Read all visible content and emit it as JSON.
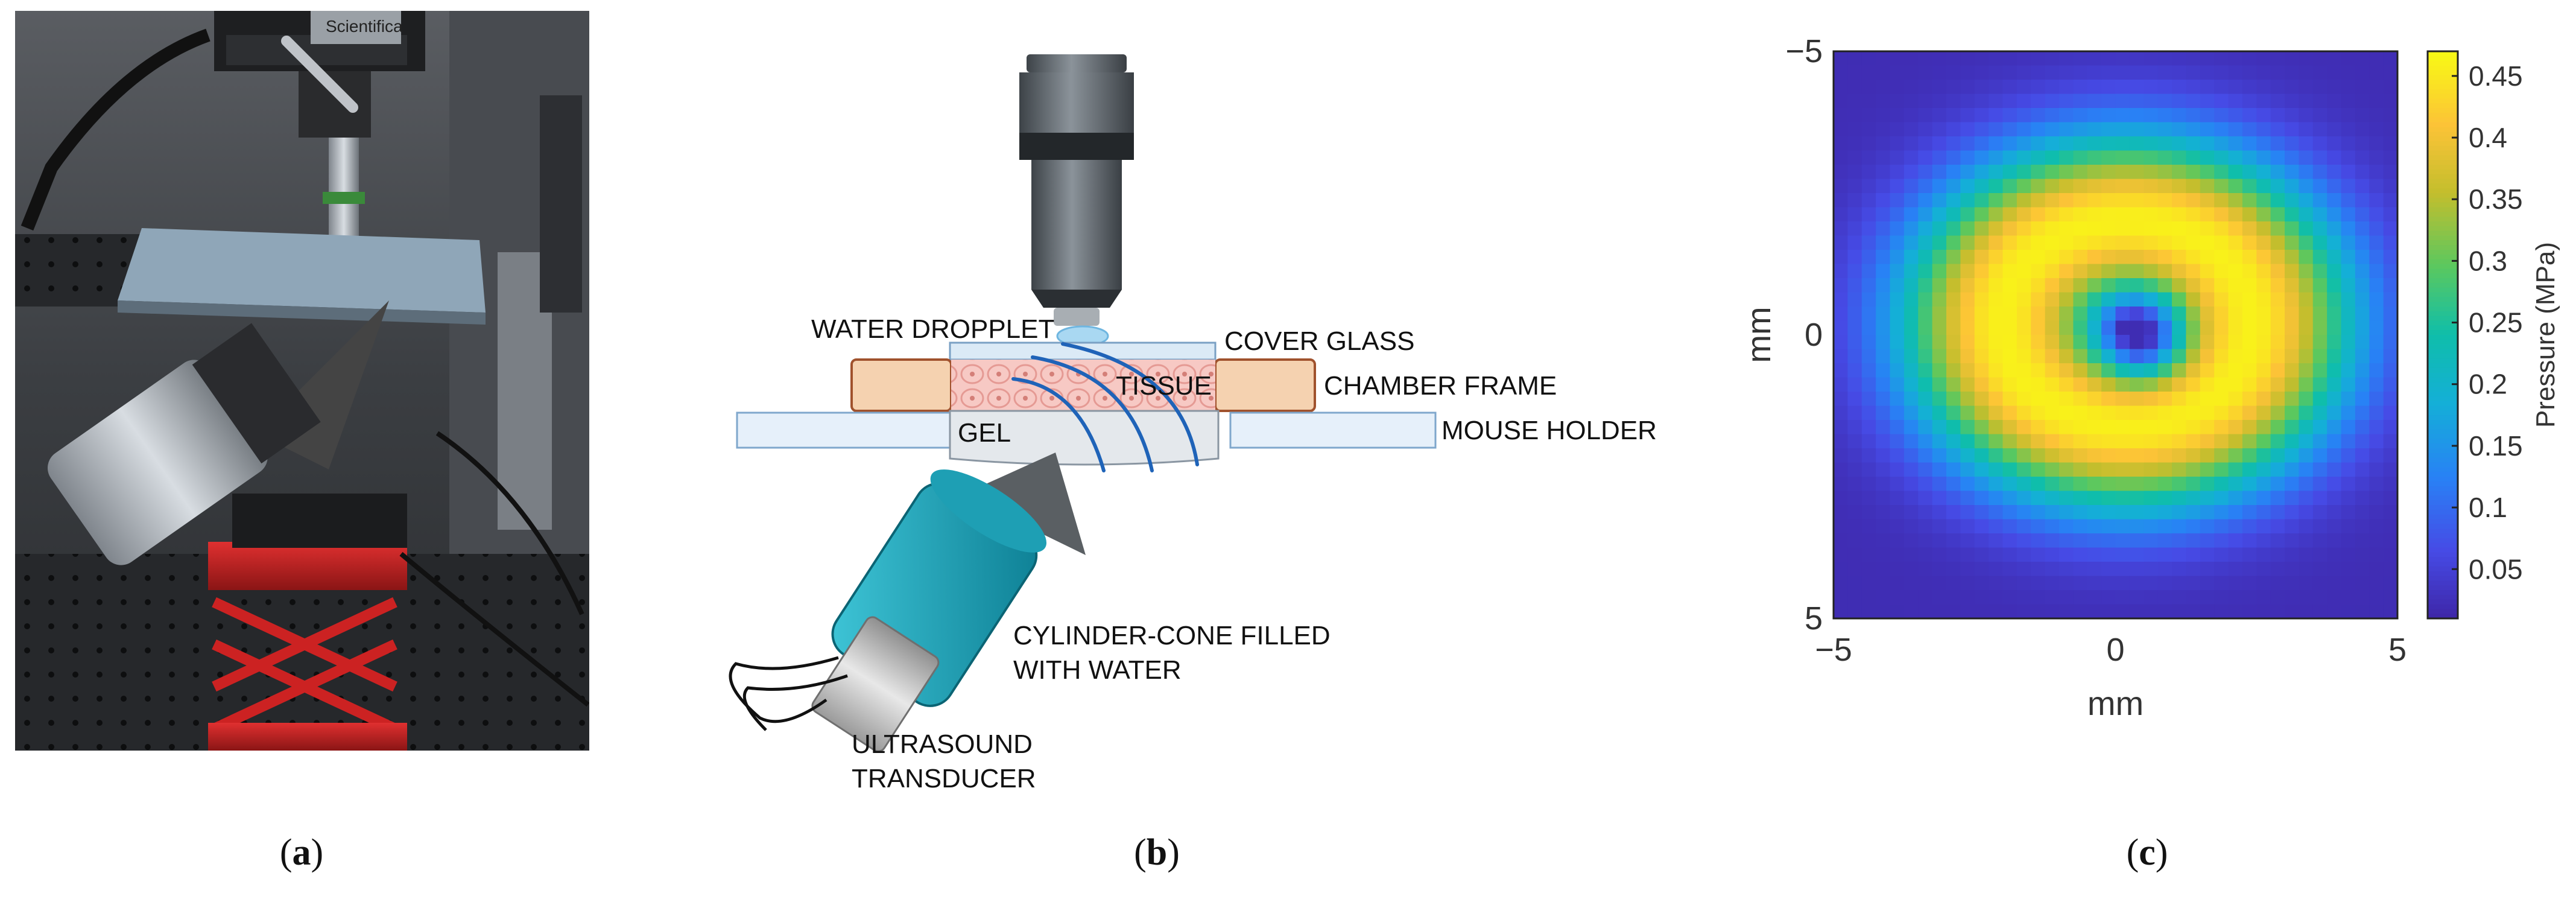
{
  "captions": {
    "a": "a",
    "b": "b",
    "c": "c"
  },
  "photo": {
    "brand_label": "Scientifica"
  },
  "schematic": {
    "water_droplet": "WATER DROPPLET",
    "cover_glass": "COVER GLASS",
    "tissue": "TISSUE",
    "chamber_frame": "CHAMBER FRAME",
    "gel": "GEL",
    "mouse_holder": "MOUSE HOLDER",
    "cone_line1": "CYLINDER-CONE FILLED",
    "cone_line2": "WITH WATER",
    "transducer_line1": "ULTRASOUND",
    "transducer_line2": "TRANSDUCER"
  },
  "chart_data": {
    "type": "heatmap",
    "xlabel": "mm",
    "ylabel": "mm",
    "xlim": [
      -5,
      5
    ],
    "ylim": [
      -5,
      5
    ],
    "y_reversed": true,
    "x_ticks": [
      "−5",
      "0",
      "5"
    ],
    "y_ticks": [
      "−5",
      "0",
      "5"
    ],
    "colorbar_label": "Pressure (MPa)",
    "colorbar_ticks": [
      "0.45",
      "0.4",
      "0.35",
      "0.3",
      "0.25",
      "0.2",
      "0.15",
      "0.1",
      "0.05"
    ],
    "color_range": [
      0.01,
      0.47
    ],
    "colormap": "parula",
    "grid": false,
    "pressure_model": {
      "peak_MPa": 0.46,
      "ring_center_mm": [
        0.2,
        -0.2
      ],
      "ring_radius_mm": 2.2,
      "ring_aspect": 0.82,
      "ring_width_mm": 1.9,
      "hole_center_mm": [
        0.5,
        0.1
      ],
      "hole_radius_mm": 0.7,
      "hole_depth_MPa": 0.2,
      "floor_MPa": 0.02
    }
  }
}
